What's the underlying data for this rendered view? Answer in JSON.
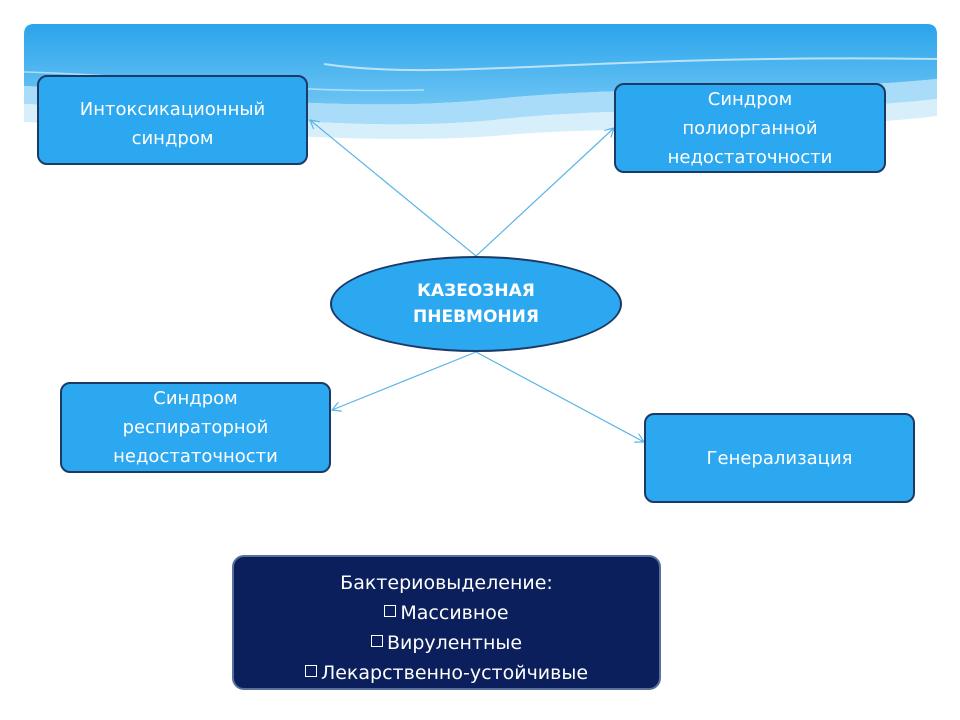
{
  "colors": {
    "box_fill": "#2ba8f0",
    "box_border": "#1b3a66",
    "bottom_fill": "#0a1f5c",
    "connector": "#5ab4e6",
    "banner_light": "#bfe3f8",
    "banner_mid": "#4cb3ee"
  },
  "center": {
    "line1": "КАЗЕОЗНАЯ",
    "line2": "ПНЕВМОНИЯ"
  },
  "boxes": {
    "intoxication": {
      "line1": "Интоксикационный",
      "line2": "синдром"
    },
    "polyorgan": {
      "line1": "Синдром",
      "line2": "полиорганной",
      "line3": "недостаточности"
    },
    "respiratory": {
      "line1": "Синдром",
      "line2": "респираторной",
      "line3": "недостаточности"
    },
    "generalization": {
      "line1": "Генерализация"
    }
  },
  "bacteria": {
    "title": "Бактериовыделение:",
    "items": [
      "Массивное",
      "Вирулентные",
      "Лекарственно-устойчивые"
    ],
    "bullet_icon": "checkbox-icon"
  }
}
